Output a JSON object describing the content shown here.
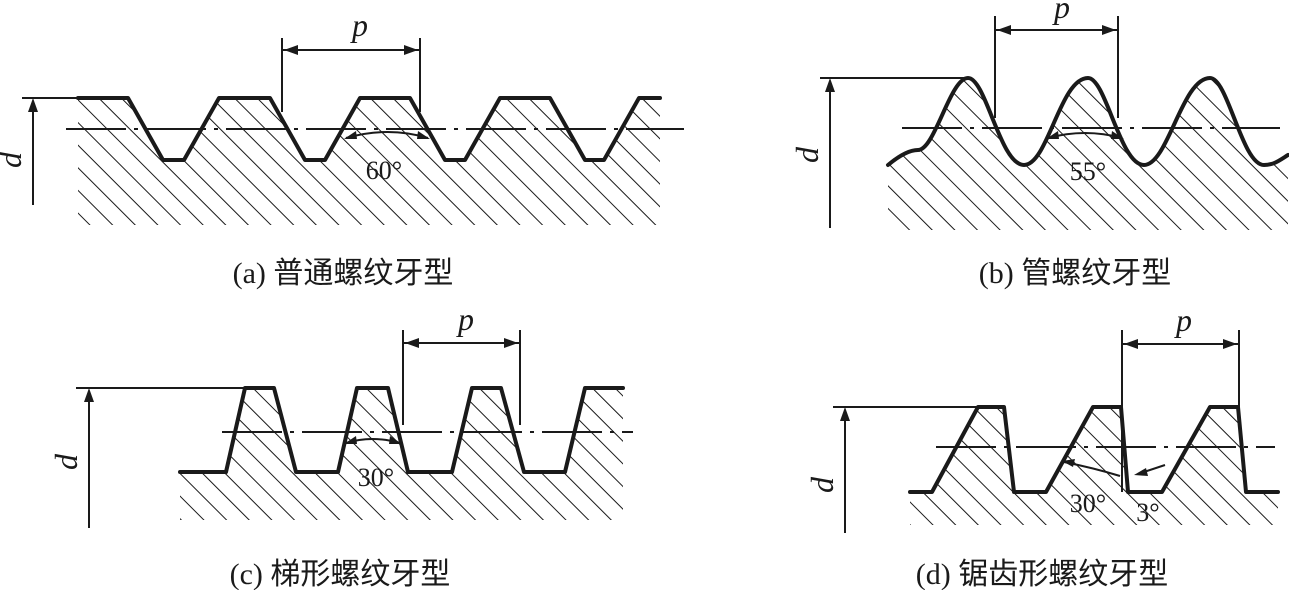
{
  "figures": [
    {
      "id": "a",
      "caption": "(a) 普通螺纹牙型",
      "pitch_symbol": "p",
      "diameter_symbol": "d",
      "angles": [
        "60°"
      ]
    },
    {
      "id": "b",
      "caption": "(b) 管螺纹牙型",
      "pitch_symbol": "p",
      "diameter_symbol": "d",
      "angles": [
        "55°"
      ]
    },
    {
      "id": "c",
      "caption": "(c) 梯形螺纹牙型",
      "pitch_symbol": "p",
      "diameter_symbol": "d",
      "angles": [
        "30°"
      ]
    },
    {
      "id": "d",
      "caption": "(d) 锯齿形螺纹牙型",
      "pitch_symbol": "p",
      "diameter_symbol": "d",
      "angles": [
        "30°",
        "3°"
      ]
    }
  ],
  "colors": {
    "ink": "#1a1a1a",
    "background": "#ffffff"
  }
}
